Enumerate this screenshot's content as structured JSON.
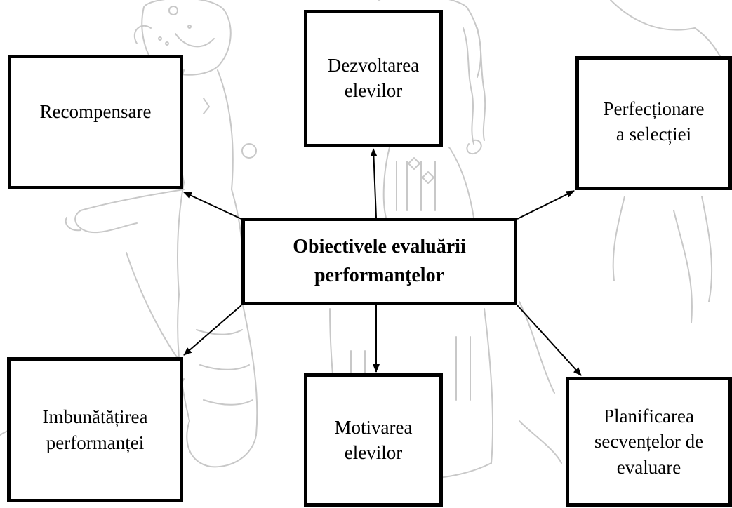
{
  "diagram": {
    "center": {
      "label": "Obiectivele evaluării\nperformanţelor"
    },
    "nodes": {
      "recompensare": "Recompensare",
      "dezvoltarea": "Dezvoltarea\nelevilor",
      "perfectionare": "Perfecționare\na selecției",
      "imbunatatirea": "Imbunătățirea\nperformanței",
      "motivarea": "Motivarea\nelevilor",
      "planificarea": "Planificarea\nsecvențelor de\nevaluare"
    }
  },
  "colors": {
    "ink": "#000000",
    "background": "#ffffff",
    "illustration": "#c8c8c8"
  },
  "icons": {
    "background": "children-folk-costume-illustration"
  }
}
